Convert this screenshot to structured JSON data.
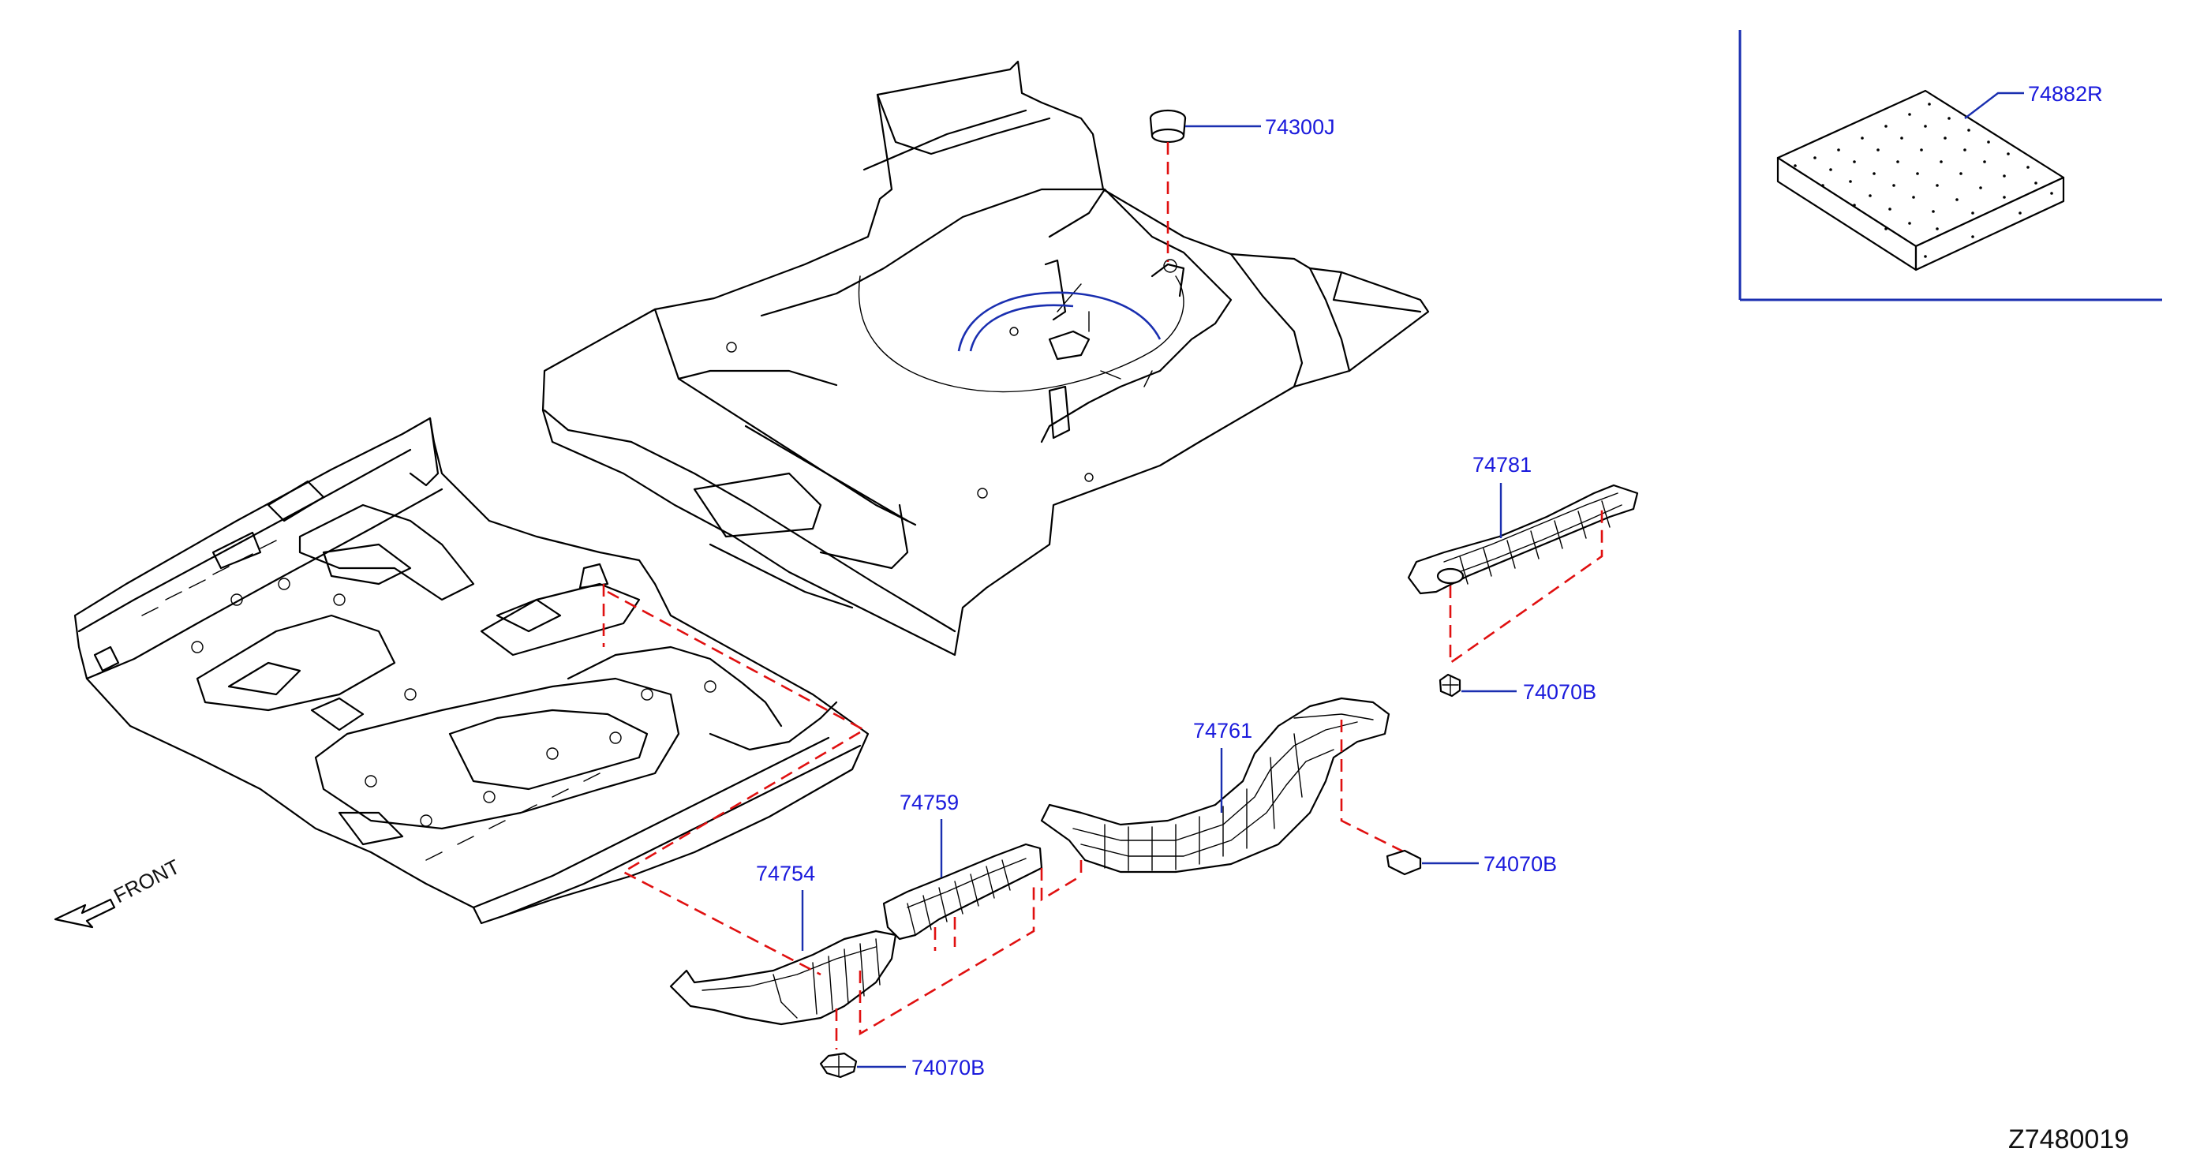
{
  "parts": {
    "grommet": "74300J",
    "insulator_rear": "74781",
    "insulator_center": "74761",
    "insulator_front_center": "74759",
    "insulator_front": "74754",
    "clip_rear": "74070B",
    "clip_center": "74070B",
    "clip_front": "74070B",
    "inset_part": "74882R"
  },
  "front_label": "FRONT",
  "diagram_id": "Z7480019",
  "colors": {
    "callout_text": "#1a1adc",
    "leader_line": "#1a2fb0",
    "dashed_guide": "#e01010",
    "line_art": "#000000"
  }
}
